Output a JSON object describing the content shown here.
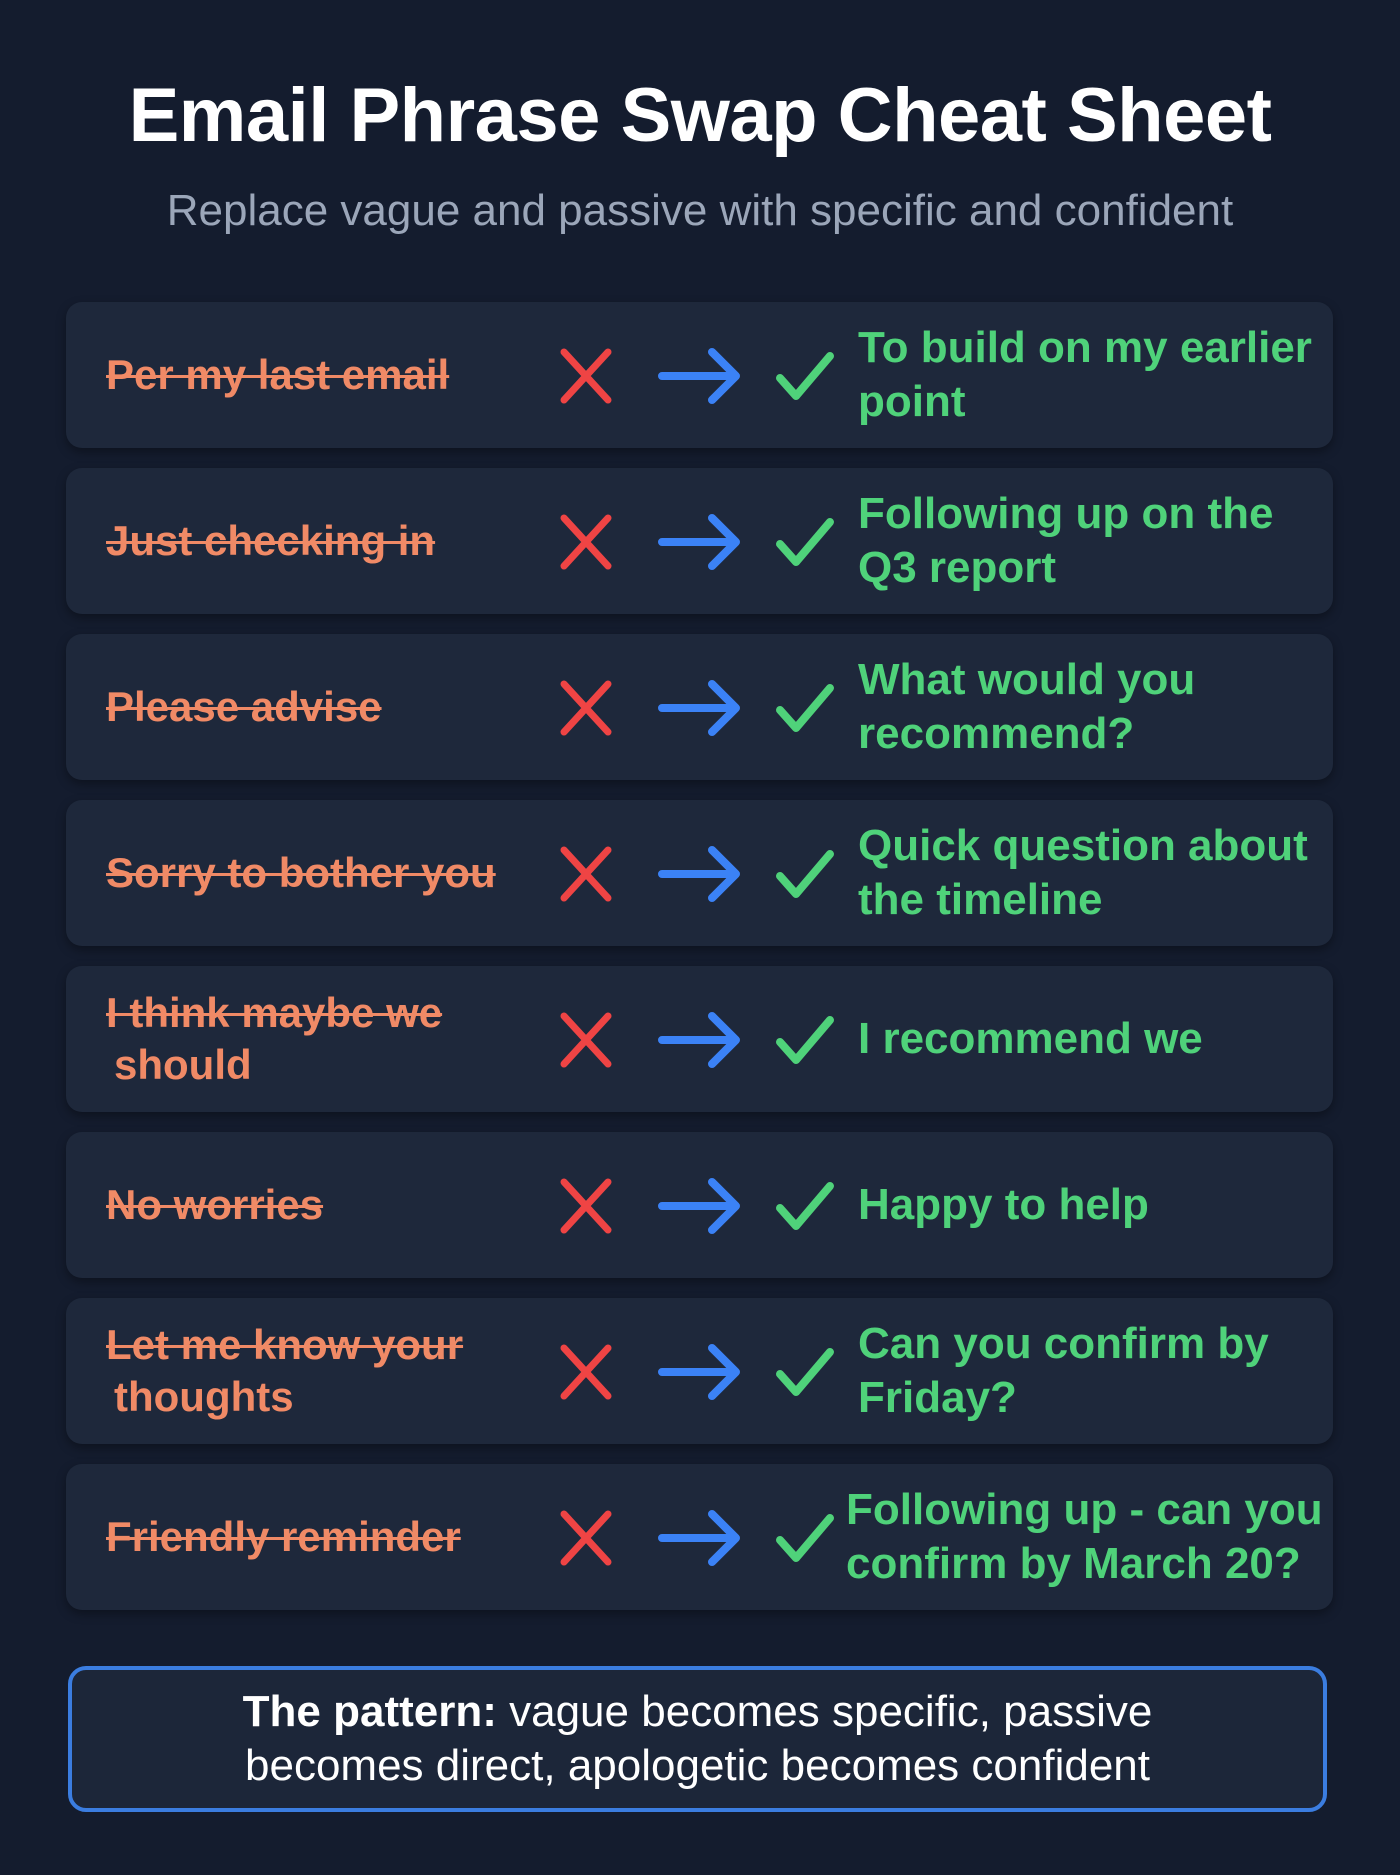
{
  "header": {
    "title": "Email Phrase Swap Cheat Sheet",
    "subtitle": "Replace vague and passive with specific and confident"
  },
  "colors": {
    "background": "#141c2e",
    "card": "#1e283b",
    "before_text": "#f08a66",
    "x_icon": "#ef4444",
    "arrow_icon": "#3b82f6",
    "check_icon": "#4fd27a",
    "after_text": "#4fd27a",
    "footer_border": "#3b7de0"
  },
  "icons": {
    "wrong": "x-icon",
    "to": "arrow-right-icon",
    "right": "check-icon"
  },
  "swaps": [
    {
      "before_line1": "Per my last email",
      "before_line2": "",
      "after": "To build on my earlier point"
    },
    {
      "before_line1": "Just checking in",
      "before_line2": "",
      "after": "Following up on the Q3 report"
    },
    {
      "before_line1": "Please advise",
      "before_line2": "",
      "after": "What would you recommend?"
    },
    {
      "before_line1": "Sorry to bother you",
      "before_line2": "",
      "after": "Quick question about the timeline"
    },
    {
      "before_line1": "I think maybe we",
      "before_line2": "should",
      "after": "I recommend we"
    },
    {
      "before_line1": "No worries",
      "before_line2": "",
      "after": "Happy to help"
    },
    {
      "before_line1": "Let me know your",
      "before_line2": "thoughts",
      "after": "Can you confirm by Friday?"
    },
    {
      "before_line1": "Friendly reminder",
      "before_line2": "",
      "after": "Following up - can you confirm by March 20?"
    }
  ],
  "footer": {
    "label": "The pattern:",
    "text": " vague becomes specific, passive becomes direct, apologetic becomes confident"
  }
}
